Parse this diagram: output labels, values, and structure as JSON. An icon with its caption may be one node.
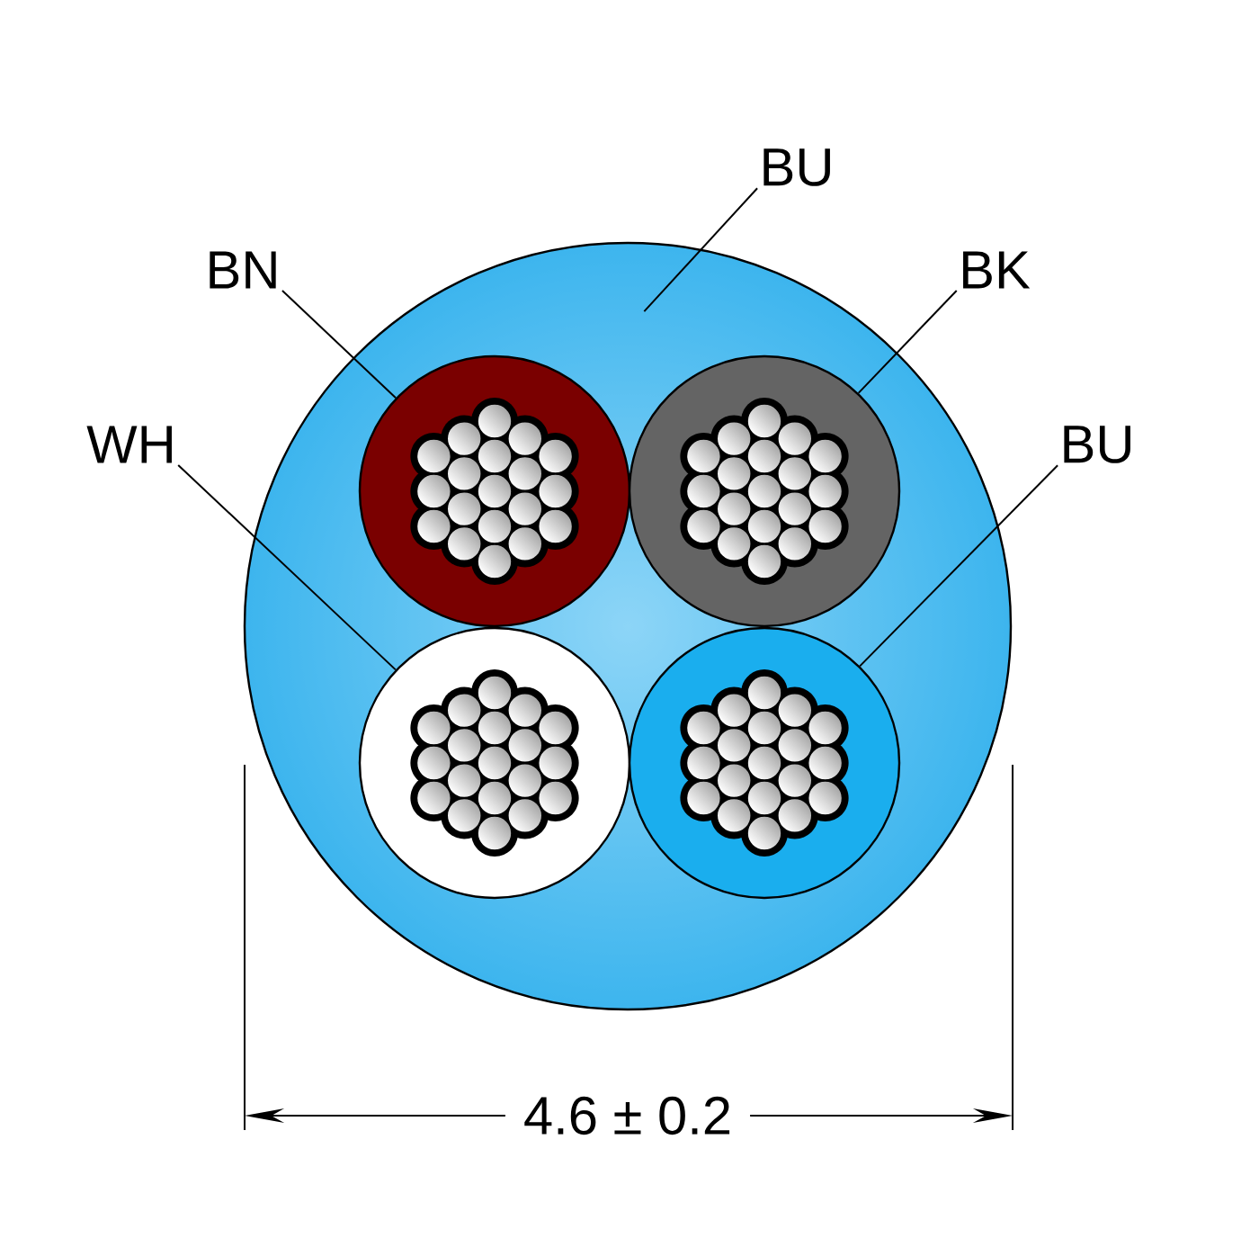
{
  "diagram": {
    "nodes": [
      {
        "text": [
          "BU"
        ]
      },
      {
        "text": [
          "BN"
        ]
      },
      {
        "text": [
          "BK"
        ]
      },
      {
        "text": [
          "WH"
        ]
      },
      {
        "text": [
          "BU"
        ]
      },
      {
        "text": [],
        "shape": "circle"
      },
      {
        "text": [],
        "shape": "circle",
        "in": 5
      },
      {
        "text": [],
        "shape": "circle",
        "in": 5
      },
      {
        "text": [],
        "shape": "circle",
        "in": 5
      },
      {
        "text": [],
        "shape": "circle",
        "in": 5
      }
    ],
    "edges": [
      {
        "from": 0,
        "to": 5,
        "arrow": "none"
      },
      {
        "from": 1,
        "to": 6,
        "arrow": "none"
      },
      {
        "from": 2,
        "to": 7,
        "arrow": "none"
      },
      {
        "from": 3,
        "to": 8,
        "arrow": "none"
      },
      {
        "from": 4,
        "to": 9,
        "arrow": "none"
      }
    ],
    "labels": [
      "4.6 ± 0.2"
    ]
  }
}
